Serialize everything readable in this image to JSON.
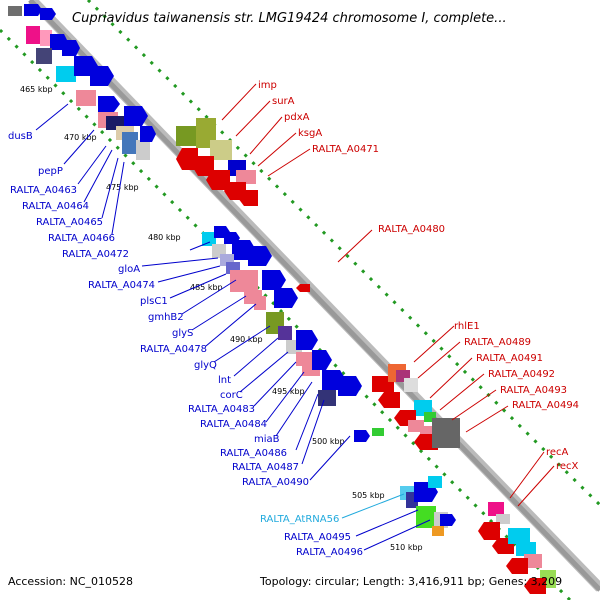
{
  "title": "Cupriavidus taiwanensis str. LMG19424 chromosome I, complete...",
  "footer": {
    "accession": "Accession: NC_010528",
    "topology": "Topology: circular; Length: 3,416,911 bp; Genes: 3,209"
  },
  "colors": {
    "forward_label": "#0000cc",
    "reverse_label": "#cc0000",
    "rna_label": "#22aadd",
    "backbone": "#999999",
    "tick_dot": "#229922"
  },
  "ticks": [
    "465 kbp",
    "470 kbp",
    "475 kbp",
    "480 kbp",
    "485 kbp",
    "490 kbp",
    "495 kbp",
    "500 kbp",
    "505 kbp",
    "510 kbp"
  ],
  "forward_labels": [
    "dusB",
    "pepP",
    "RALTA_A0463",
    "RALTA_A0464",
    "RALTA_A0465",
    "RALTA_A0466",
    "RALTA_A0472",
    "gloA",
    "RALTA_A0474",
    "plsC1",
    "gmhB2",
    "glyS",
    "RALTA_A0478",
    "glyQ",
    "lnt",
    "corC",
    "RALTA_A0483",
    "RALTA_A0484",
    "miaB",
    "RALTA_A0486",
    "RALTA_A0487",
    "RALTA_A0490",
    "RALTA_A0495",
    "RALTA_A0496"
  ],
  "reverse_labels": [
    "imp",
    "surA",
    "pdxA",
    "ksgA",
    "RALTA_A0471",
    "RALTA_A0480",
    "rhlE1",
    "RALTA_A0489",
    "RALTA_A0491",
    "RALTA_A0492",
    "RALTA_A0493",
    "RALTA_A0494",
    "recA",
    "recX"
  ],
  "rna_labels": [
    "RALTA_AtRNA56"
  ]
}
